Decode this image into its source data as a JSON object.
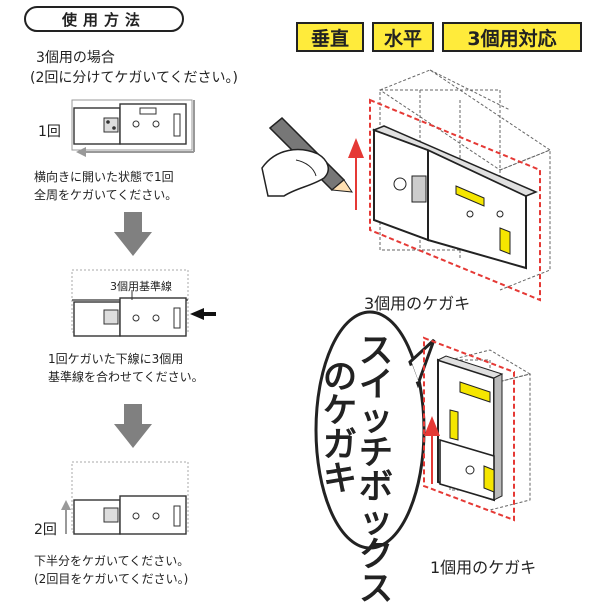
{
  "header": {
    "title": "使用方法"
  },
  "badges": [
    "垂直",
    "水平",
    "3個用対応"
  ],
  "steps": {
    "heading_line1": "3個用の場合",
    "heading_line2": "(2回に分けてケガいてください。)",
    "step1_label": "1回",
    "step1_text_line1": "横向きに開いた状態で1回",
    "step1_text_line2": "全周をケガいてください。",
    "baseline_label": "3個用基準線",
    "step2_text_line1": "1回ケガいた下線に3個用",
    "step2_text_line2": "基準線を合わせてください。",
    "step3_label": "2回",
    "step3_text_line1": "下半分をケガいてください。",
    "step3_text_line2": "(2回目をケガいてください。)"
  },
  "illustrations": {
    "triple_caption": "3個用のケガキ",
    "single_caption": "1個用のケガキ",
    "switchbox_col1": "スイッチボックス",
    "switchbox_col2": "のケガキ"
  },
  "colors": {
    "badge_yellow": "#ffeb3b",
    "guide_red": "#e53935",
    "arrow_gray": "#808080",
    "gauge_yellow": "#f5e600"
  }
}
